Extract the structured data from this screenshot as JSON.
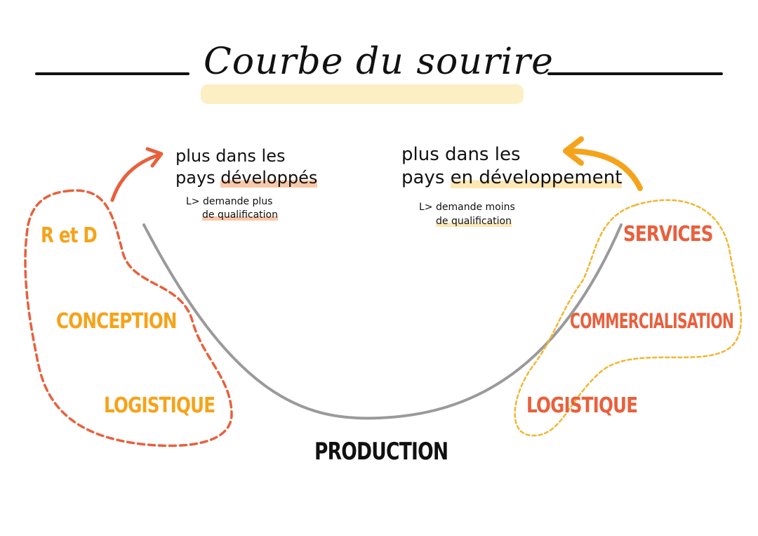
{
  "title": "Courbe du sourire",
  "left_note": {
    "line1": "plus dans les",
    "line2_a": "pays",
    "line2_b": "développés",
    "sub1": "L> demande plus",
    "sub2": "de qualification"
  },
  "right_note": {
    "line1": "plus dans les",
    "line2_a": "pays",
    "line2_b": "en développement",
    "sub1": "L> demande moins",
    "sub2": "de qualification"
  },
  "left_group": [
    "R et D",
    "CONCEPTION",
    "LOGISTIQUE"
  ],
  "right_group": [
    "SERVICES",
    "COMMERCIALISATION",
    "LOGISTIQUE"
  ],
  "bottom_label": "PRODUCTION",
  "colors": {
    "orange_red": "#e8603c",
    "amber": "#f5a31a",
    "curve_gray": "#9a9a9a",
    "title_highlight": "#fcefc4",
    "ink": "#111111"
  }
}
